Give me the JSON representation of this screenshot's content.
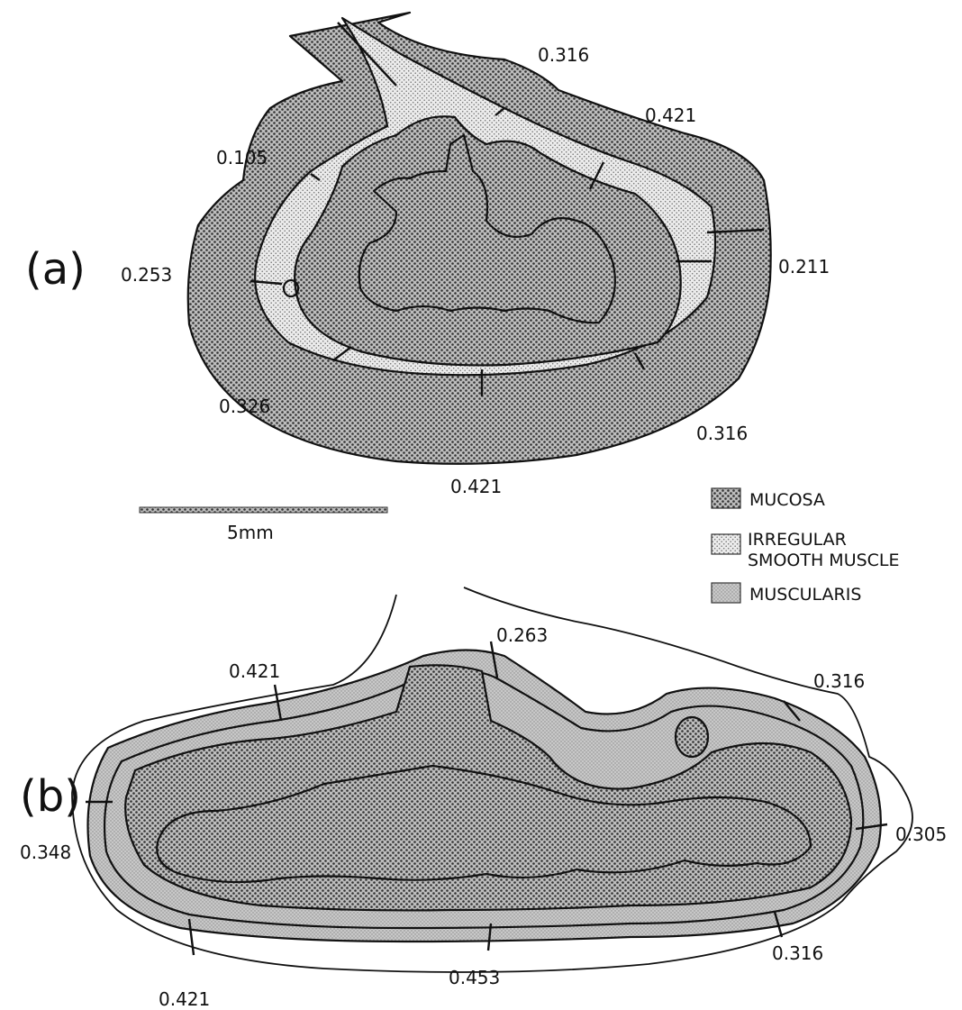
{
  "panel_a": {
    "label": "(a)",
    "values": [
      "0.316",
      "0.421",
      "0.105",
      "0.253",
      "0.211",
      "0.326",
      "0.316",
      "0.421"
    ]
  },
  "panel_b": {
    "label": "(b)",
    "values": [
      "0.263",
      "0.421",
      "0.316",
      "0.348",
      "0.305",
      "0.316",
      "0.453",
      "0.421"
    ]
  },
  "scale_bar": {
    "label": "5mm"
  },
  "legend": [
    {
      "label": "MUCOSA",
      "pattern": "dense-dot",
      "color": "#8c8c8c"
    },
    {
      "label": "IRREGULAR",
      "label2": "SMOOTH MUSCLE",
      "pattern": "fine-dot",
      "color": "#d9d9d9"
    },
    {
      "label": "MUSCULARIS",
      "pattern": "fine-grey",
      "color": "#b4b4b4"
    }
  ]
}
